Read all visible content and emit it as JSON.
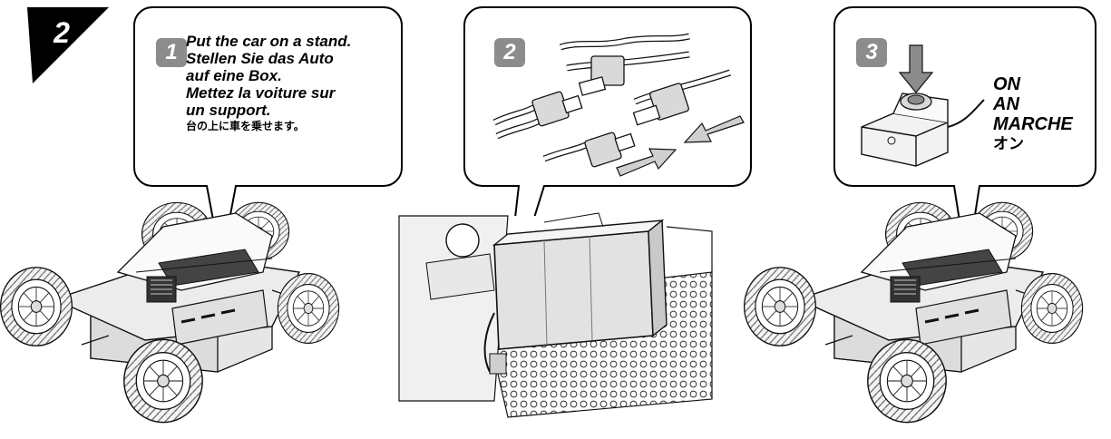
{
  "step": {
    "number": "2"
  },
  "panel1": {
    "badge": "1",
    "lines": [
      "Put the car on a stand.",
      "Stellen Sie das Auto",
      "auf eine Box.",
      "Mettez la voiture sur",
      "un support."
    ],
    "japanese": "台の上に車を乗せます。"
  },
  "panel2": {
    "badge": "2"
  },
  "panel3": {
    "badge": "3",
    "lines": [
      "ON",
      "AN",
      "MARCHE"
    ],
    "japanese": "オン"
  },
  "colors": {
    "badge_bg": "#8c8c8c",
    "step_bg": "#000000",
    "line": "#000000",
    "paper": "#ffffff"
  }
}
